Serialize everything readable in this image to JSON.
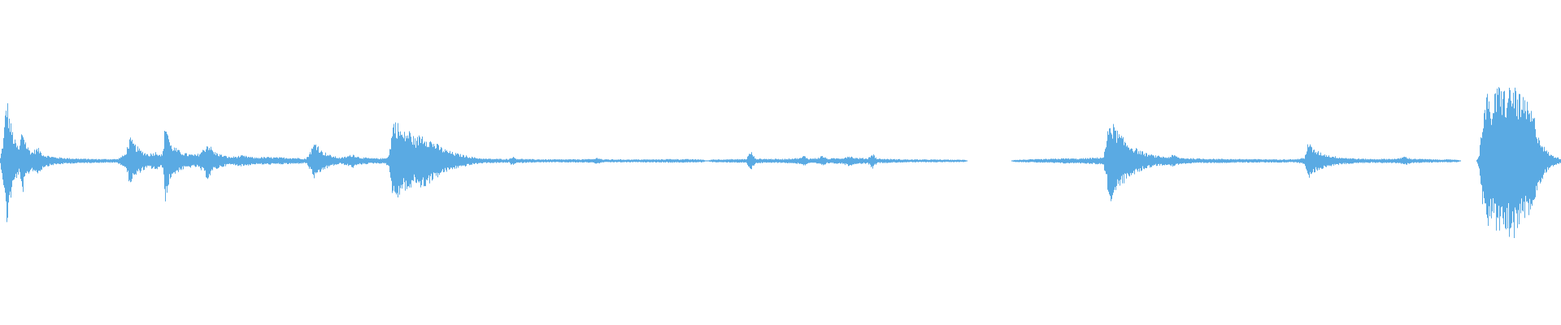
{
  "waveform": {
    "color": "#5aaae3",
    "background": "#ffffff",
    "envelope": [
      [
        0.0,
        0.04
      ],
      [
        0.002,
        0.3
      ],
      [
        0.004,
        0.86
      ],
      [
        0.006,
        0.55
      ],
      [
        0.009,
        0.28
      ],
      [
        0.012,
        0.16
      ],
      [
        0.014,
        0.44
      ],
      [
        0.017,
        0.2
      ],
      [
        0.02,
        0.12
      ],
      [
        0.024,
        0.17
      ],
      [
        0.028,
        0.08
      ],
      [
        0.035,
        0.05
      ],
      [
        0.045,
        0.035
      ],
      [
        0.06,
        0.025
      ],
      [
        0.075,
        0.025
      ],
      [
        0.08,
        0.09
      ],
      [
        0.083,
        0.3
      ],
      [
        0.086,
        0.22
      ],
      [
        0.09,
        0.14
      ],
      [
        0.095,
        0.09
      ],
      [
        0.1,
        0.12
      ],
      [
        0.104,
        0.08
      ],
      [
        0.106,
        0.56
      ],
      [
        0.109,
        0.22
      ],
      [
        0.114,
        0.14
      ],
      [
        0.12,
        0.09
      ],
      [
        0.126,
        0.08
      ],
      [
        0.13,
        0.15
      ],
      [
        0.133,
        0.24
      ],
      [
        0.137,
        0.12
      ],
      [
        0.142,
        0.08
      ],
      [
        0.147,
        0.05
      ],
      [
        0.155,
        0.07
      ],
      [
        0.163,
        0.045
      ],
      [
        0.17,
        0.05
      ],
      [
        0.18,
        0.045
      ],
      [
        0.19,
        0.04
      ],
      [
        0.196,
        0.03
      ],
      [
        0.199,
        0.14
      ],
      [
        0.202,
        0.26
      ],
      [
        0.206,
        0.13
      ],
      [
        0.212,
        0.07
      ],
      [
        0.218,
        0.04
      ],
      [
        0.222,
        0.06
      ],
      [
        0.226,
        0.09
      ],
      [
        0.23,
        0.05
      ],
      [
        0.238,
        0.035
      ],
      [
        0.246,
        0.035
      ],
      [
        0.249,
        0.07
      ],
      [
        0.252,
        0.54
      ],
      [
        0.255,
        0.48
      ],
      [
        0.258,
        0.36
      ],
      [
        0.262,
        0.4
      ],
      [
        0.266,
        0.28
      ],
      [
        0.27,
        0.36
      ],
      [
        0.274,
        0.3
      ],
      [
        0.278,
        0.24
      ],
      [
        0.284,
        0.16
      ],
      [
        0.29,
        0.11
      ],
      [
        0.296,
        0.08
      ],
      [
        0.304,
        0.045
      ],
      [
        0.31,
        0.03
      ],
      [
        0.326,
        0.025
      ],
      [
        0.328,
        0.06
      ],
      [
        0.331,
        0.03
      ],
      [
        0.34,
        0.022
      ],
      [
        0.36,
        0.02
      ],
      [
        0.38,
        0.024
      ],
      [
        0.383,
        0.045
      ],
      [
        0.386,
        0.02
      ],
      [
        0.4,
        0.02
      ],
      [
        0.42,
        0.02
      ],
      [
        0.43,
        0.025
      ],
      [
        0.45,
        0.02
      ],
      [
        0.453,
        0.0
      ],
      [
        0.456,
        0.02
      ],
      [
        0.47,
        0.022
      ],
      [
        0.478,
        0.025
      ],
      [
        0.481,
        0.13
      ],
      [
        0.484,
        0.03
      ],
      [
        0.5,
        0.025
      ],
      [
        0.513,
        0.04
      ],
      [
        0.515,
        0.07
      ],
      [
        0.518,
        0.03
      ],
      [
        0.524,
        0.04
      ],
      [
        0.527,
        0.07
      ],
      [
        0.53,
        0.03
      ],
      [
        0.54,
        0.04
      ],
      [
        0.544,
        0.07
      ],
      [
        0.548,
        0.04
      ],
      [
        0.556,
        0.035
      ],
      [
        0.559,
        0.1
      ],
      [
        0.562,
        0.03
      ],
      [
        0.58,
        0.02
      ],
      [
        0.6,
        0.018
      ],
      [
        0.618,
        0.015
      ],
      [
        0.62,
        0.0
      ],
      [
        0.648,
        0.0
      ],
      [
        0.65,
        0.015
      ],
      [
        0.67,
        0.025
      ],
      [
        0.684,
        0.035
      ],
      [
        0.69,
        0.03
      ],
      [
        0.7,
        0.04
      ],
      [
        0.707,
        0.05
      ],
      [
        0.709,
        0.26
      ],
      [
        0.711,
        0.56
      ],
      [
        0.714,
        0.44
      ],
      [
        0.718,
        0.33
      ],
      [
        0.722,
        0.24
      ],
      [
        0.728,
        0.16
      ],
      [
        0.734,
        0.1
      ],
      [
        0.74,
        0.07
      ],
      [
        0.748,
        0.05
      ],
      [
        0.752,
        0.08
      ],
      [
        0.756,
        0.04
      ],
      [
        0.77,
        0.03
      ],
      [
        0.79,
        0.025
      ],
      [
        0.81,
        0.022
      ],
      [
        0.83,
        0.022
      ],
      [
        0.836,
        0.04
      ],
      [
        0.838,
        0.26
      ],
      [
        0.841,
        0.16
      ],
      [
        0.846,
        0.11
      ],
      [
        0.852,
        0.07
      ],
      [
        0.86,
        0.045
      ],
      [
        0.87,
        0.03
      ],
      [
        0.88,
        0.025
      ],
      [
        0.896,
        0.03
      ],
      [
        0.9,
        0.06
      ],
      [
        0.904,
        0.03
      ],
      [
        0.92,
        0.02
      ],
      [
        0.934,
        0.018
      ],
      [
        0.936,
        0.0
      ],
      [
        0.946,
        0.0
      ],
      [
        0.948,
        0.1
      ],
      [
        0.95,
        0.62
      ],
      [
        0.953,
        0.84
      ],
      [
        0.956,
        0.72
      ],
      [
        0.959,
        0.92
      ],
      [
        0.962,
        1.0
      ],
      [
        0.965,
        0.88
      ],
      [
        0.968,
        0.96
      ],
      [
        0.971,
        0.98
      ],
      [
        0.974,
        0.82
      ],
      [
        0.977,
        0.78
      ],
      [
        0.98,
        0.7
      ],
      [
        0.983,
        0.58
      ],
      [
        0.986,
        0.34
      ],
      [
        0.99,
        0.16
      ],
      [
        0.994,
        0.08
      ],
      [
        1.0,
        0.03
      ]
    ]
  }
}
